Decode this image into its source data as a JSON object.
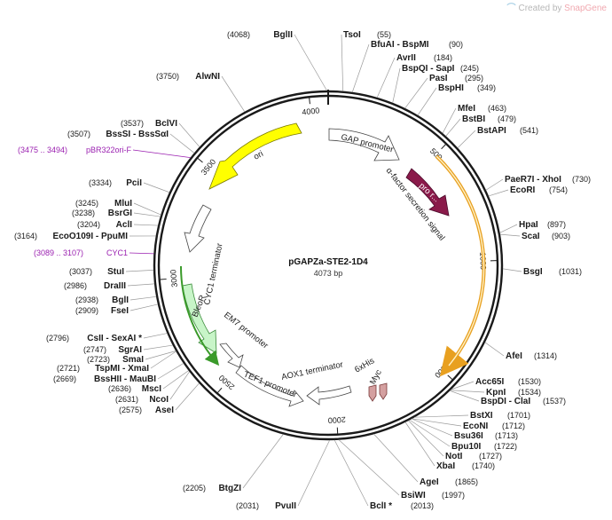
{
  "watermark": {
    "prefix": "Created by",
    "brand": "SnapGene",
    "icon": "snapgene-logo-icon"
  },
  "plasmid": {
    "name": "pGAPZa-STE2-1D4",
    "size_label": "4073 bp",
    "length": 4073
  },
  "colors": {
    "backbone": "#1a1a1a",
    "ori": "#ffff00",
    "bleor": "#c8f5c8",
    "alpha_factor": "#8a1a4a",
    "promoter": "#ffffff",
    "orf_arrow": "#e8a020",
    "primer": "#9a1fb0",
    "tag": "#d4a0a0"
  },
  "ticks": [
    "500",
    "1000",
    "1500",
    "2000",
    "2500",
    "3000",
    "3500",
    "4000"
  ],
  "features": [
    {
      "label": "ori"
    },
    {
      "label": "pro r..."
    },
    {
      "label": "GAP promoter"
    },
    {
      "label": "α-factor secretion signal"
    },
    {
      "label": "CYC1 terminator"
    },
    {
      "label": "BleoR"
    },
    {
      "label": "EM7 promoter"
    },
    {
      "label": "TEF1 promoter"
    },
    {
      "label": "AOX1 terminator"
    },
    {
      "label": "6xHis"
    },
    {
      "label": "Myc"
    }
  ],
  "sites": [
    {
      "name": "BglII",
      "pos": "(4068)"
    },
    {
      "name": "TsoI",
      "pos": "(55)"
    },
    {
      "name": "BfuAI - BspMI",
      "pos": "(90)"
    },
    {
      "name": "AvrII",
      "pos": "(184)"
    },
    {
      "name": "BspQI - SapI",
      "pos": "(245)"
    },
    {
      "name": "PasI",
      "pos": "(295)"
    },
    {
      "name": "BspHI",
      "pos": "(349)"
    },
    {
      "name": "MfeI",
      "pos": "(463)"
    },
    {
      "name": "BstBI",
      "pos": "(479)"
    },
    {
      "name": "BstAPI",
      "pos": "(541)"
    },
    {
      "name": "PaeR7I - XhoI",
      "pos": "(730)"
    },
    {
      "name": "EcoRI",
      "pos": "(754)"
    },
    {
      "name": "HpaI",
      "pos": "(897)"
    },
    {
      "name": "ScaI",
      "pos": "(903)"
    },
    {
      "name": "BsgI",
      "pos": "(1031)"
    },
    {
      "name": "AfeI",
      "pos": "(1314)"
    },
    {
      "name": "Acc65I",
      "pos": "(1530)"
    },
    {
      "name": "KpnI",
      "pos": "(1534)"
    },
    {
      "name": "BspDI - ClaI",
      "pos": "(1537)"
    },
    {
      "name": "BstXI",
      "pos": "(1701)"
    },
    {
      "name": "EcoNI",
      "pos": "(1712)"
    },
    {
      "name": "Bsu36I",
      "pos": "(1713)"
    },
    {
      "name": "Bpu10I",
      "pos": "(1722)"
    },
    {
      "name": "NotI",
      "pos": "(1727)"
    },
    {
      "name": "XbaI",
      "pos": "(1740)"
    },
    {
      "name": "AgeI",
      "pos": "(1865)"
    },
    {
      "name": "BsiWI",
      "pos": "(1997)"
    },
    {
      "name": "BclI *",
      "pos": "(2013)"
    },
    {
      "name": "PvuII",
      "pos": "(2031)"
    },
    {
      "name": "BtgZI",
      "pos": "(2205)"
    },
    {
      "name": "AseI",
      "pos": "(2575)"
    },
    {
      "name": "NcoI",
      "pos": "(2631)"
    },
    {
      "name": "MscI",
      "pos": "(2636)"
    },
    {
      "name": "BssHII - MauBI",
      "pos": "(2669)"
    },
    {
      "name": "TspMI - XmaI",
      "pos": "(2721)"
    },
    {
      "name": "SmaI",
      "pos": "(2723)"
    },
    {
      "name": "SgrAI",
      "pos": "(2747)"
    },
    {
      "name": "CsII - SexAI *",
      "pos": "(2796)"
    },
    {
      "name": "FseI",
      "pos": "(2909)"
    },
    {
      "name": "BglI",
      "pos": "(2938)"
    },
    {
      "name": "DraIII",
      "pos": "(2986)"
    },
    {
      "name": "StuI",
      "pos": "(3037)"
    },
    {
      "name": "EcoO109I - PpuMI",
      "pos": "(3164)"
    },
    {
      "name": "AclI",
      "pos": "(3204)"
    },
    {
      "name": "BsrGI",
      "pos": "(3238)"
    },
    {
      "name": "MluI",
      "pos": "(3245)"
    },
    {
      "name": "PciI",
      "pos": "(3334)"
    },
    {
      "name": "BssSI - BssSαI",
      "pos": "(3507)"
    },
    {
      "name": "BclVI",
      "pos": "(3537)"
    },
    {
      "name": "AlwNI",
      "pos": "(3750)"
    }
  ],
  "primers": [
    {
      "name": "pBR322ori-F",
      "pos": "(3475 .. 3494)"
    },
    {
      "name": "CYC1",
      "pos": "(3089 .. 3107)"
    }
  ]
}
